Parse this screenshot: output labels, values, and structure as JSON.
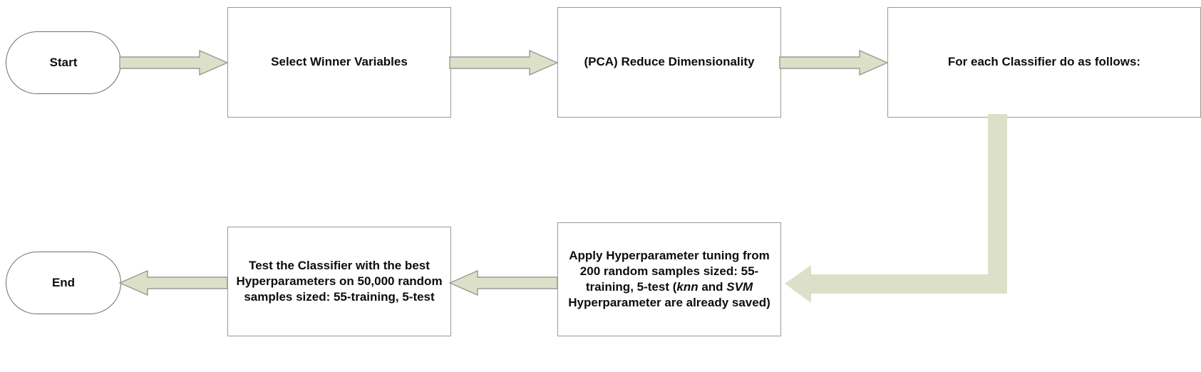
{
  "diagram": {
    "title": "Classifier training and evaluation flowchart",
    "colors": {
      "arrow_fill": "#dde0c8",
      "arrow_stroke": "#9a9a94",
      "node_border": "#9a9a94",
      "node_fill": "#ffffff",
      "text": "#0d0d0d",
      "background": "#ffffff"
    },
    "nodes": [
      {
        "id": "start",
        "shape": "terminator",
        "label": "Start"
      },
      {
        "id": "select-variables",
        "shape": "process",
        "label": "Select Winner Variables"
      },
      {
        "id": "pca",
        "shape": "process",
        "label": "(PCA) Reduce Dimensionality"
      },
      {
        "id": "for-each",
        "shape": "process",
        "label": "For each Classifier do as follows:"
      },
      {
        "id": "apply-tuning",
        "shape": "process",
        "label": "Apply Hyperparameter tuning from 200 random samples sized: 55-training, 5-test (knn and SVM Hyperparameter are already saved)",
        "label_parts": [
          {
            "text": "Apply Hyperparameter tuning from 200 random samples sized: 55-training, 5-test (",
            "italic": false
          },
          {
            "text": "knn",
            "italic": true
          },
          {
            "text": " and ",
            "italic": false
          },
          {
            "text": "SVM",
            "italic": true
          },
          {
            "text": " Hyperparameter are already saved)",
            "italic": false
          }
        ]
      },
      {
        "id": "test-classifier",
        "shape": "process",
        "label": "Test the Classifier with the best Hyperparameters on 50,000 random samples sized: 55-training, 5-test"
      },
      {
        "id": "end",
        "shape": "terminator",
        "label": "End"
      }
    ],
    "connectors": [
      {
        "id": "start-to-select",
        "from": "start",
        "to": "select-variables",
        "direction": "right",
        "style": "block-arrow"
      },
      {
        "id": "select-to-pca",
        "from": "select-variables",
        "to": "pca",
        "direction": "right",
        "style": "block-arrow"
      },
      {
        "id": "pca-to-foreach",
        "from": "pca",
        "to": "for-each",
        "direction": "right",
        "style": "block-arrow"
      },
      {
        "id": "foreach-to-apply",
        "from": "for-each",
        "to": "apply-tuning",
        "direction": "down-then-left",
        "style": "elbow-arrow"
      },
      {
        "id": "apply-to-test",
        "from": "apply-tuning",
        "to": "test-classifier",
        "direction": "left",
        "style": "block-arrow"
      },
      {
        "id": "test-to-end",
        "from": "test-classifier",
        "to": "end",
        "direction": "left",
        "style": "block-arrow"
      }
    ]
  }
}
